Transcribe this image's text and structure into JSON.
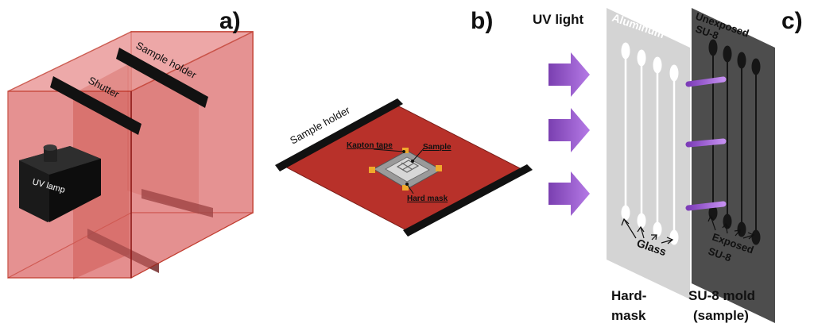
{
  "panels": {
    "a": "a)",
    "b": "b)",
    "c": "c)"
  },
  "panel_a": {
    "sample_holder": "Sample holder",
    "shutter": "Shutter",
    "uv_lamp": "UV lamp"
  },
  "panel_b": {
    "sample_holder": "Sample holder",
    "kapton_tape": "Kapton tape",
    "sample": "Sample",
    "hard_mask": "Hard mask"
  },
  "panel_c": {
    "uv_light": "UV light",
    "aluminum": "Aluminum",
    "unexposed_1": "Unexposed",
    "unexposed_2": "SU-8",
    "glass": "Glass",
    "exposed_1": "Exposed",
    "exposed_2": "SU-8",
    "hardmask_1": "Hard-",
    "hardmask_2": "mask",
    "mold_1": "SU-8 mold",
    "mold_2": "(sample)"
  },
  "colors": {
    "box_red": "#c0392b",
    "holder_black": "#111111",
    "arrow_purple": "#8e44c8",
    "aluminum_gray": "#d4d4d4",
    "su8_dark": "#4d4d4d"
  }
}
